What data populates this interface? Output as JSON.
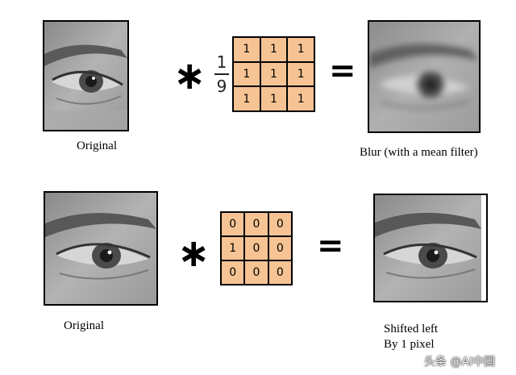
{
  "row1": {
    "left_caption": "Original",
    "right_caption": "Blur (with a mean filter)",
    "operator_star": "∗",
    "operator_eq": "=",
    "fraction": {
      "numerator": "1",
      "denominator": "9"
    },
    "kernel": [
      [
        "1",
        "1",
        "1"
      ],
      [
        "1",
        "1",
        "1"
      ],
      [
        "1",
        "1",
        "1"
      ]
    ]
  },
  "row2": {
    "left_caption": "Original",
    "right_caption_line1": "Shifted left",
    "right_caption_line2": "By 1 pixel",
    "operator_star": "∗",
    "operator_eq": "=",
    "kernel": [
      [
        "0",
        "0",
        "0"
      ],
      [
        "1",
        "0",
        "0"
      ],
      [
        "0",
        "0",
        "0"
      ]
    ]
  },
  "watermark": "头条 @AI中国",
  "colors": {
    "kernel_fill": "#f6c394",
    "border": "#000000",
    "background": "#ffffff"
  }
}
